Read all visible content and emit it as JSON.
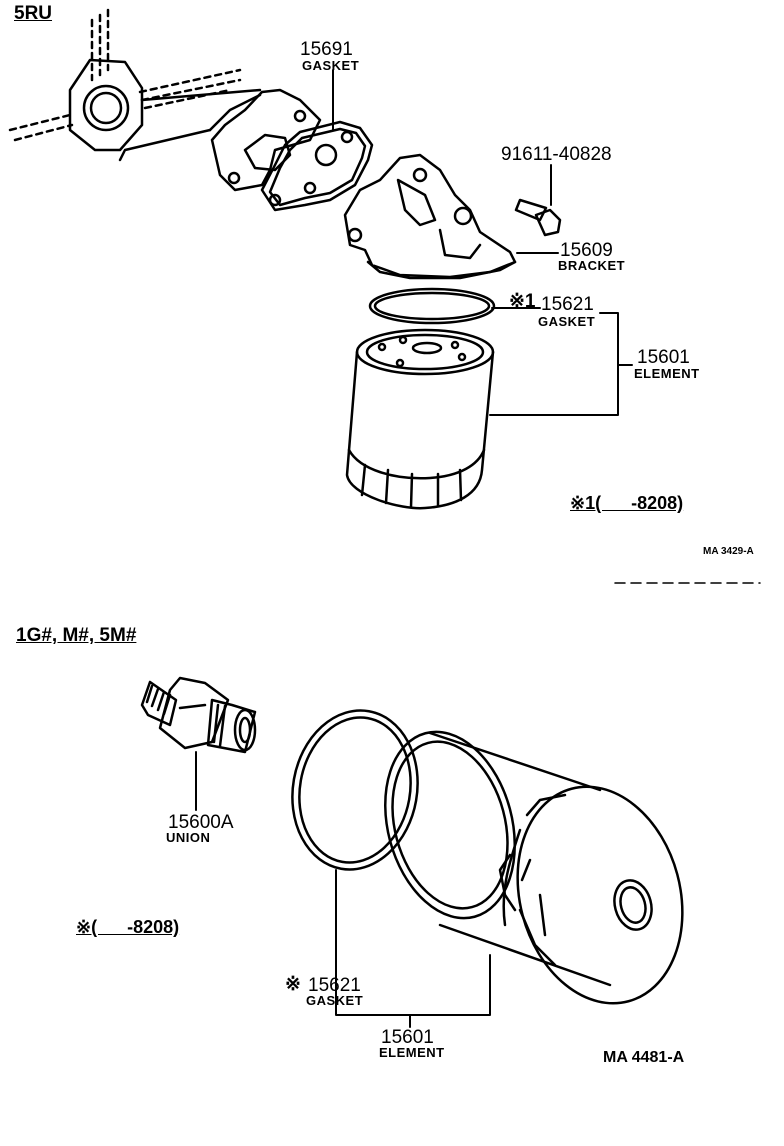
{
  "sections": {
    "top": {
      "header": "5RU",
      "parts": {
        "gasket_15691": {
          "number": "15691",
          "name": "GASKET"
        },
        "bolt": {
          "number": "91611-40828"
        },
        "bracket": {
          "number": "15609",
          "name": "BRACKET"
        },
        "gasket_15621": {
          "marker": "※1",
          "number": "15621",
          "name": "GASKET"
        },
        "element": {
          "number": "15601",
          "name": "ELEMENT"
        }
      },
      "note": "※1(      -8208)",
      "code": "MA 3429-A"
    },
    "bottom": {
      "header": "1G#, M#, 5M#",
      "parts": {
        "union": {
          "number": "15600A",
          "name": "UNION"
        },
        "gasket": {
          "marker": "※",
          "number": "15621",
          "name": "GASKET"
        },
        "element": {
          "number": "15601",
          "name": "ELEMENT"
        }
      },
      "note": "※(      -8208)",
      "code": "MA 4481-A"
    }
  }
}
